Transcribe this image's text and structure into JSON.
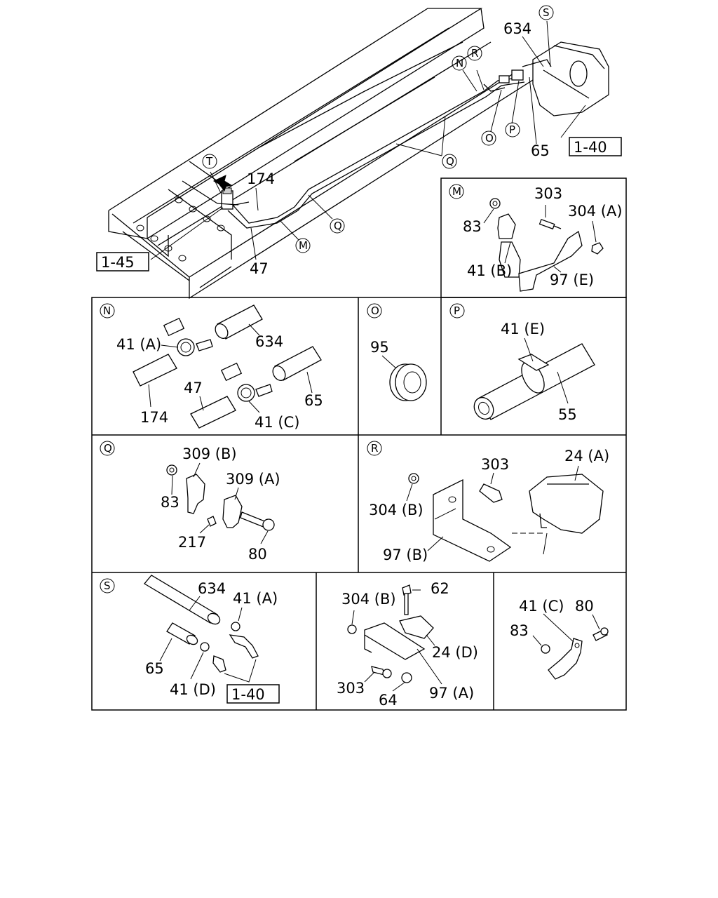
{
  "main": {
    "callouts": {
      "S": "S",
      "N": "N",
      "R": "R",
      "O": "O",
      "P": "P",
      "Q": "Q",
      "M": "M",
      "T": "T"
    },
    "labels": {
      "p634": "634",
      "p65": "65",
      "p174": "174",
      "p47": "47",
      "ref140": "1-40",
      "ref145": "1-45"
    }
  },
  "panel_M": {
    "id": "M",
    "labels": [
      "303",
      "304 (A)",
      "83",
      "41 (B)",
      "97 (E)"
    ]
  },
  "panel_N": {
    "id": "N",
    "labels": [
      "41 (A)",
      "634",
      "47",
      "65",
      "174",
      "41 (C)"
    ]
  },
  "panel_O": {
    "id": "O",
    "labels": [
      "95"
    ]
  },
  "panel_P": {
    "id": "P",
    "labels": [
      "41 (E)",
      "55"
    ]
  },
  "panel_Q": {
    "id": "Q",
    "labels": [
      "309 (B)",
      "309 (A)",
      "83",
      "217",
      "80"
    ]
  },
  "panel_R": {
    "id": "R",
    "labels": [
      "303",
      "24 (A)",
      "304 (B)",
      "97 (B)"
    ]
  },
  "panel_S": {
    "id": "S",
    "labels": [
      "634",
      "41 (A)",
      "65",
      "41 (D)"
    ],
    "ref": "1-40"
  },
  "panel_U": {
    "labels": [
      "304 (B)",
      "62",
      "24 (D)",
      "303",
      "64",
      "97 (A)"
    ]
  },
  "panel_V": {
    "labels": [
      "41 (C)",
      "80",
      "83"
    ]
  }
}
